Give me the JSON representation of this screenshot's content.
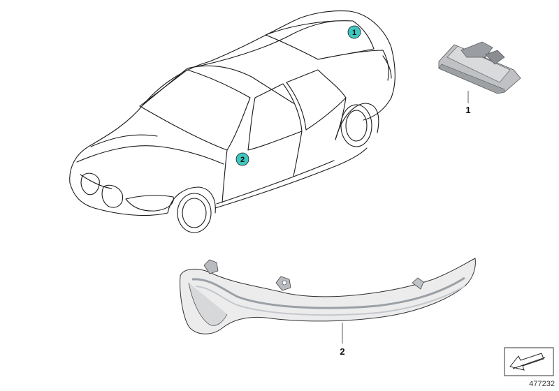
{
  "callouts": [
    {
      "number": "1",
      "color": "#3fc6c0"
    },
    {
      "number": "2",
      "color": "#3fc6c0"
    }
  ],
  "part_labels": [
    "1",
    "2"
  ],
  "diagram_number": "477232",
  "icons": [
    "car-outline-icon",
    "license-plate-light-icon",
    "mirror-indicator-light-icon",
    "view-direction-arrow-icon"
  ]
}
